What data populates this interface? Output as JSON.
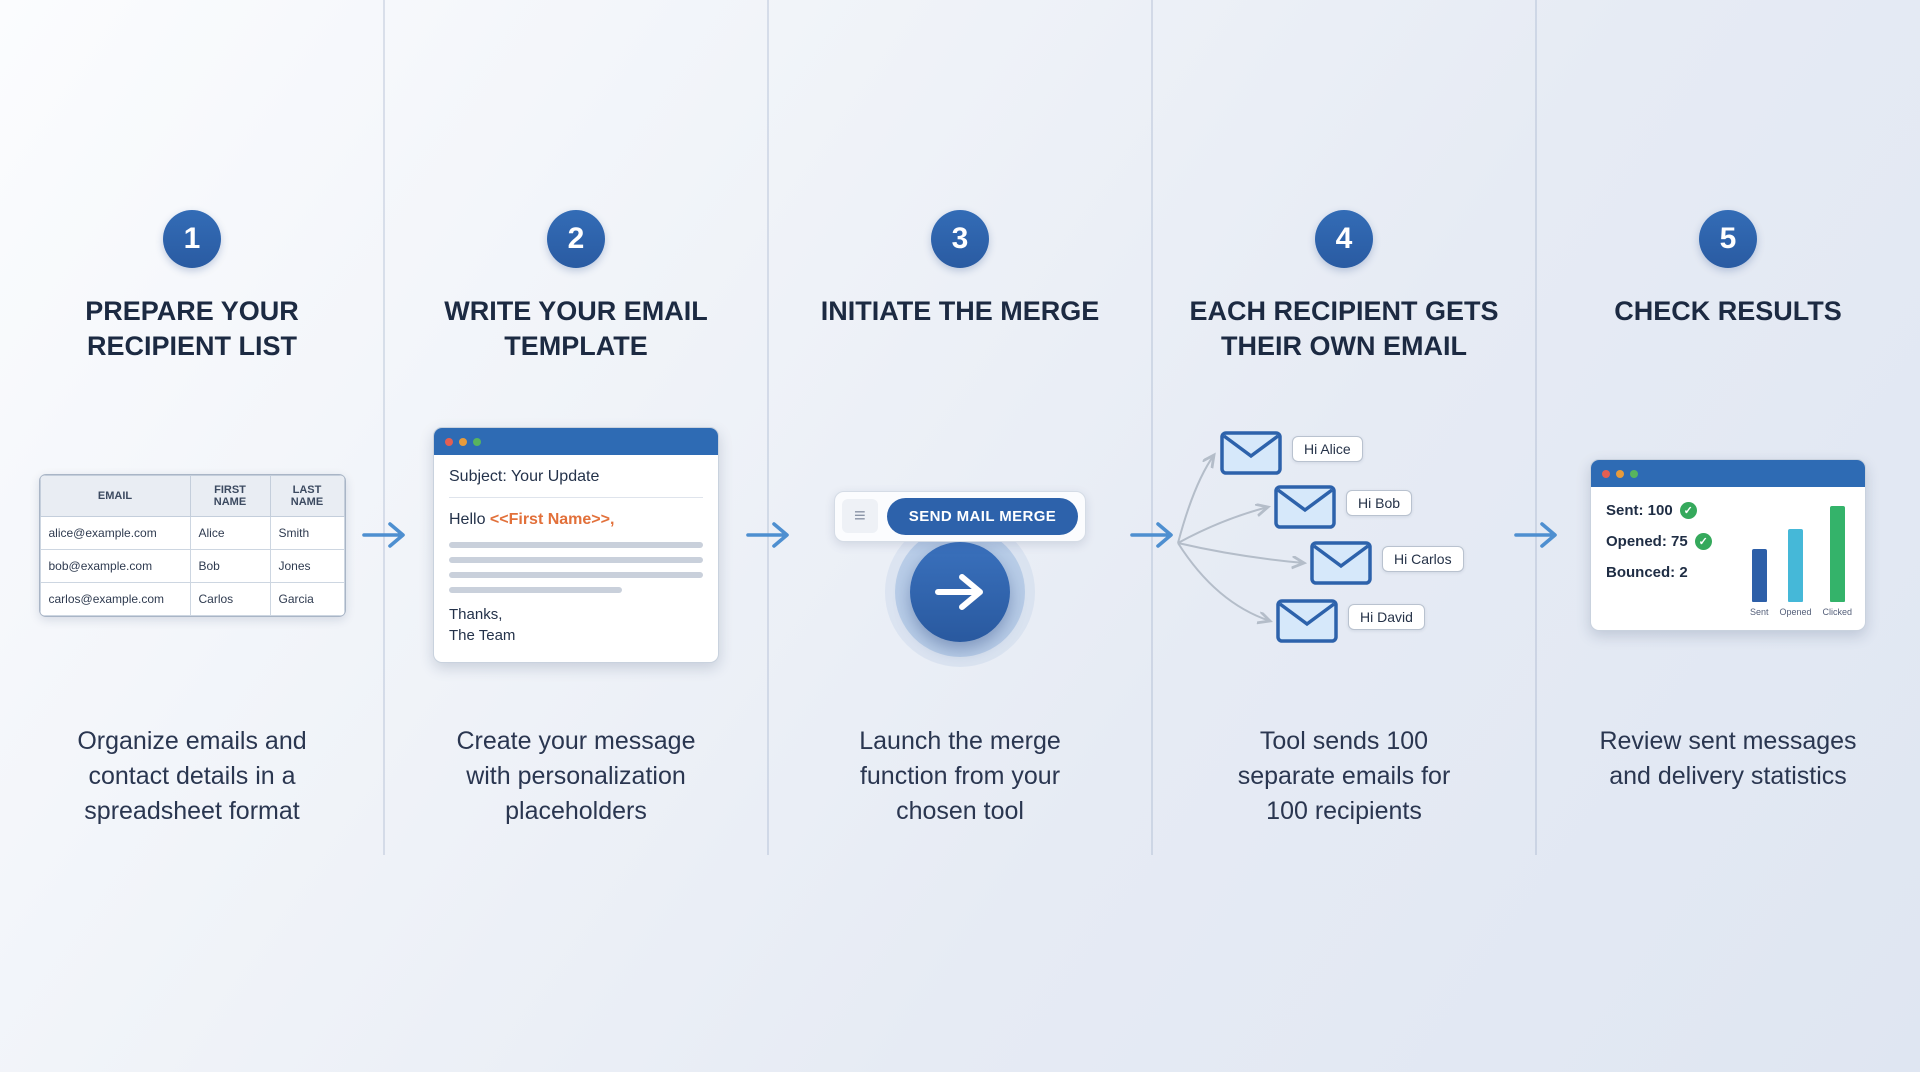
{
  "palette": {
    "primary_blue": "#2d62ab",
    "window_header_blue": "#2e6bb4",
    "arrow_blue": "#4e8fd0",
    "accent_orange": "#e2703a",
    "success_green": "#35a95c",
    "teal": "#45b8d8",
    "divider_gray": "#c7d1e0"
  },
  "icons": {
    "menu": "≡",
    "check": "✓"
  },
  "steps": [
    {
      "number": "1",
      "title": "PREPARE YOUR RECIPIENT LIST",
      "description": "Organize emails and contact details in a spreadsheet format",
      "table": {
        "headers": [
          "EMAIL",
          "FIRST NAME",
          "LAST NAME"
        ],
        "rows": [
          [
            "alice@example.com",
            "Alice",
            "Smith"
          ],
          [
            "bob@example.com",
            "Bob",
            "Jones"
          ],
          [
            "carlos@example.com",
            "Carlos",
            "Garcia"
          ]
        ]
      }
    },
    {
      "number": "2",
      "title": "WRITE YOUR EMAIL TEMPLATE",
      "description": "Create your message with personalization placeholders",
      "email_window": {
        "subject": "Subject: Your Update",
        "greeting_prefix": "Hello",
        "placeholder_token": "<<First Name>>,",
        "closing_line1": "Thanks,",
        "closing_line2": "The Team"
      }
    },
    {
      "number": "3",
      "title": "INITIATE THE MERGE",
      "description": "Launch the merge function from your chosen tool",
      "button_label": "SEND MAIL MERGE"
    },
    {
      "number": "4",
      "title": "EACH RECIPIENT GETS THEIR OWN EMAIL",
      "description": "Tool sends 100 separate emails for 100 recipients",
      "recipients": [
        "Hi Alice",
        "Hi Bob",
        "Hi Carlos",
        "Hi David"
      ]
    },
    {
      "number": "5",
      "title": "CHECK RESULTS",
      "description": "Review sent messages and delivery statistics",
      "stats": [
        {
          "label": "Sent: 100",
          "check": true
        },
        {
          "label": "Opened: 75",
          "check": true
        },
        {
          "label": "Bounced: 2",
          "check": false
        }
      ],
      "chart": {
        "type": "bar",
        "categories": [
          "Sent",
          "Opened",
          "Clicked"
        ],
        "heights": [
          55,
          76,
          100
        ],
        "colors": [
          "#2d5fa8",
          "#45b8d8",
          "#34b36a"
        ]
      }
    }
  ]
}
